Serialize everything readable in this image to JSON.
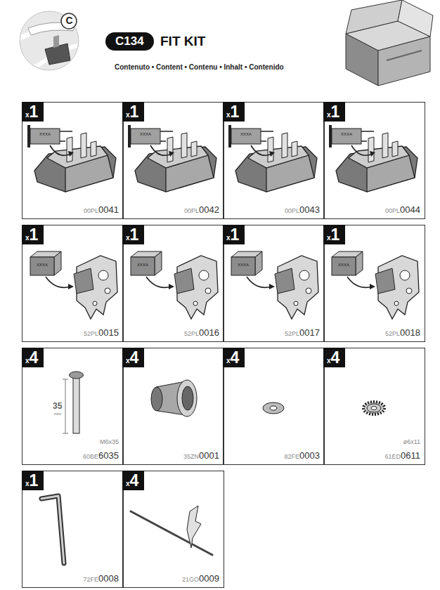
{
  "diagram": {
    "title": "FIT KIT",
    "nodes": [
      {
        "text": [
          "x",
          "1",
          "00PL",
          "0041"
        ]
      },
      {
        "text": [
          "x",
          "1",
          "00PL",
          "0042"
        ]
      },
      {
        "text": [
          "x",
          "1",
          "00PL",
          "0043"
        ]
      },
      {
        "text": [
          "x",
          "1",
          "00PL",
          "0044"
        ]
      },
      {
        "text": [
          "x",
          "1",
          "52PL",
          "0015"
        ]
      },
      {
        "text": [
          "x",
          "1",
          "52PL",
          "0016"
        ]
      },
      {
        "text": [
          "x",
          "1",
          "52PL",
          "0017"
        ]
      },
      {
        "text": [
          "x",
          "1",
          "52PL",
          "0018"
        ]
      },
      {
        "text": [
          "x",
          "4",
          "60BE",
          "6035"
        ]
      },
      {
        "text": [
          "x",
          "4",
          "35ZN",
          "0001"
        ]
      },
      {
        "text": [
          "x",
          "4",
          "82FE",
          "0003"
        ]
      },
      {
        "text": [
          "x",
          "4",
          "61ED",
          "0611"
        ]
      },
      {
        "text": [
          "x",
          "1",
          "72FE",
          "0008"
        ]
      },
      {
        "text": [
          "x",
          "4",
          "21GO",
          "0009"
        ]
      }
    ],
    "labels": [
      "C",
      "C134",
      "Contenuto • Content • Contenu • Inhalt • Contenido",
      "XXXA",
      "XXXA",
      "XXXA",
      "XXXA",
      "XXXA",
      "XXXA",
      "XXXA",
      "XXXA",
      "35",
      "mm",
      "M6x35",
      "ø6x11"
    ]
  }
}
